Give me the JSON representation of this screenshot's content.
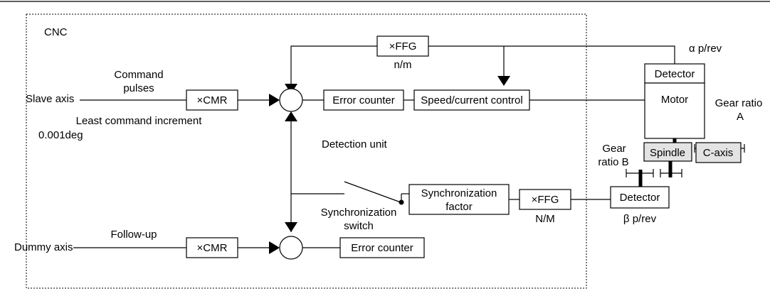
{
  "cnc_label": "CNC",
  "slave": {
    "axis": "Slave axis",
    "command_line1": "Command",
    "command_line2": "pulses",
    "cmr": "×CMR",
    "increment_line1": "Least command increment",
    "increment_line2": "0.001deg",
    "error_counter": "Error counter",
    "speed_control": "Speed/current control"
  },
  "feedback_top": {
    "ffg": "×FFG",
    "ratio": "n/m",
    "alpha": "α p/rev"
  },
  "motor_block": {
    "detector": "Detector",
    "motor": "Motor",
    "gear_a_line1": "Gear ratio",
    "gear_a_line2": "A"
  },
  "detection_unit": "Detection unit",
  "spindle": "Spindle",
  "c_axis": "C-axis",
  "gear_b_line1": "Gear",
  "gear_b_line2": "ratio B",
  "sync": {
    "factor_line1": "Synchronization",
    "factor_line2": "factor",
    "switch_line1": "Synchronization",
    "switch_line2": "switch",
    "ffg": "×FFG",
    "ratio": "N/M",
    "detector": "Detector",
    "beta": "β p/rev"
  },
  "dummy": {
    "axis": "Dummy axis",
    "follow_up": "Follow-up",
    "cmr": "×CMR",
    "error_counter": "Error counter"
  }
}
